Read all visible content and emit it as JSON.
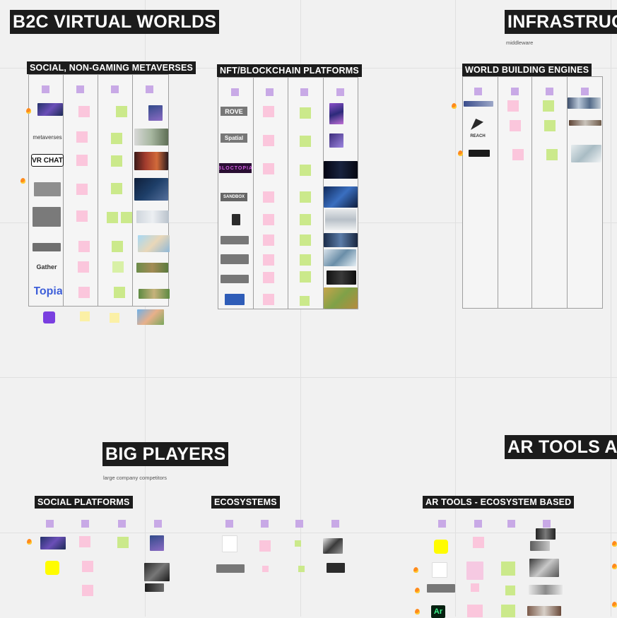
{
  "virtual_worlds": {
    "title": "B2C VIRTUAL WORLDS",
    "social": {
      "title": "SOCIAL, NON-GAMING METAVERSES",
      "logos": [
        "metaverses",
        "VR CHAT",
        "Gather",
        "Topia"
      ]
    },
    "nft": {
      "title": "NFT/BLOCKCHAIN PLATFORMS",
      "logos": [
        "ROVE",
        "Spatial",
        "BLOCTOPIA",
        "SANDBOX"
      ]
    }
  },
  "infrastructure": {
    "title": "INFRASTRUCTURE",
    "subtitle": "middleware",
    "engines": {
      "title": "WORLD BUILDING ENGINES",
      "logos": [
        "REACH"
      ]
    }
  },
  "big_players": {
    "title": "BIG PLAYERS",
    "subtitle": "large company competitors",
    "social_platforms": {
      "title": "SOCIAL PLATFORMS"
    },
    "ecosystems": {
      "title": "ECOSYSTEMS"
    }
  },
  "ar_tools": {
    "title": "AR TOOLS AND",
    "ecosystem": {
      "title": "AR TOOLS - ECOSYSTEM BASED"
    },
    "logos": [
      "Ar"
    ]
  },
  "colors": {
    "canvas": "#f1f1f1",
    "title_bg": "#1c1c1c",
    "sticky_purple": "#c8a9e6",
    "sticky_pink": "#fbc6dc",
    "sticky_green": "#cbe98b",
    "sticky_yellow": "#fbf0a6",
    "hot_marker": "#ff8a1d"
  }
}
